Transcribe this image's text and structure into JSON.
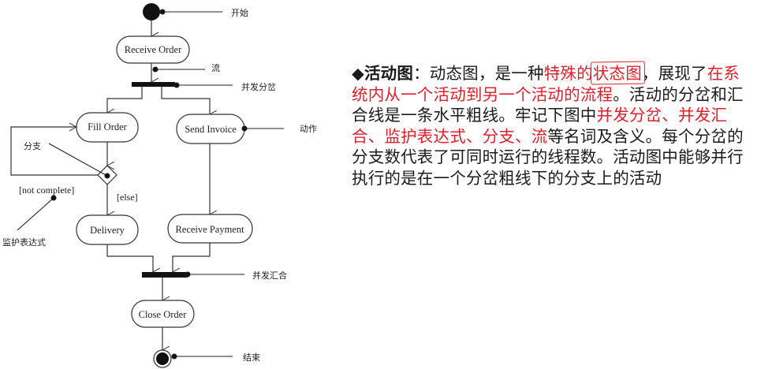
{
  "diagram": {
    "nodes": {
      "receive_order": "Receive Order",
      "fill_order": "Fill Order",
      "send_invoice": "Send Invoice",
      "delivery": "Delivery",
      "receive_payment": "Receive Payment",
      "close_order": "Close Order"
    },
    "guards": {
      "not_complete": "[not complete]",
      "else": "[else]"
    },
    "annotations": {
      "start": "开始",
      "flow": "流",
      "fork": "并发分岔",
      "action": "动作",
      "branch": "分支",
      "guard_expr": "监护表达式",
      "join": "并发汇合",
      "end": "结束"
    }
  },
  "description": {
    "bullet": "◆",
    "title": "活动图",
    "s1": "：动态图，是一种",
    "s2_red": "特殊的",
    "s3_red_boxed": "状态图",
    "s4": "，展现了",
    "s5_red": "在系统内从一个活动到另一个活动的流程",
    "s6": "。活动的分岔和汇合线是一条水平粗线。牢记下图中",
    "s7_red": "并发分岔、并发汇合、监护表达式、分支、流",
    "s8": "等名词及含义。每个分岔的分支数代表了可同时运行的线程数。活动图中能够并行执行的是在一个分岔粗线下的分支上的活动"
  },
  "colors": {
    "accent_red": "#e0202a",
    "text": "#1a1a1a"
  }
}
